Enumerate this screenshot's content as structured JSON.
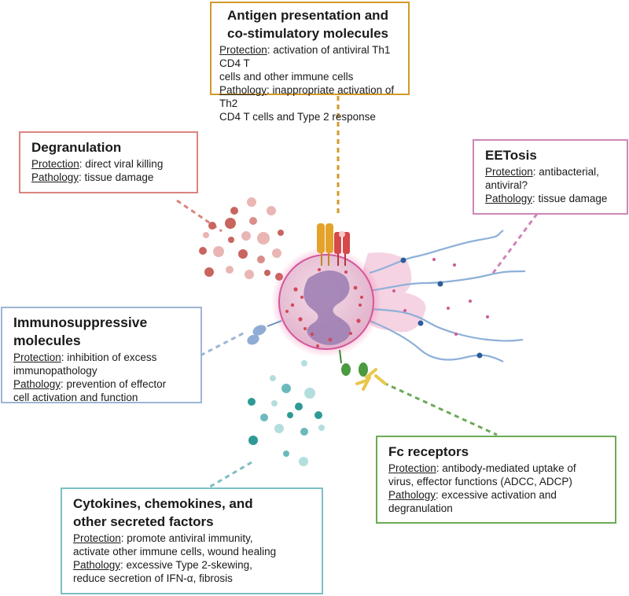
{
  "colors": {
    "antigen": "#d29a2a",
    "degranulation": "#d9857f",
    "eetosis": "#cf86b8",
    "immunosuppressive": "#9cb6d4",
    "fc": "#6caa57",
    "cytokines": "#7dbfc4",
    "cell_body": "#e8c4d8",
    "nucleus": "#9e7fb4"
  },
  "boxes": {
    "antigen": {
      "title_1": "Antigen presentation and",
      "title_2": "co-stimulatory molecules",
      "protection_label": "Protection",
      "protection_1": ": activation of antiviral Th1 CD4 T",
      "protection_2": "cells and other immune cells",
      "pathology_label": "Pathology",
      "pathology_1": ": inappropriate activation of Th2",
      "pathology_2": "CD4 T cells and Type 2 response"
    },
    "degranulation": {
      "title": "Degranulation",
      "protection_label": "Protection",
      "protection_1": ": direct viral killing",
      "pathology_label": "Pathology",
      "pathology_1": ": tissue damage"
    },
    "eetosis": {
      "title": "EETosis",
      "protection_label": "Protection",
      "protection_1": ": antibacterial,",
      "protection_2": "antiviral?",
      "pathology_label": "Pathology",
      "pathology_1": ": tissue damage"
    },
    "immunosuppressive": {
      "title_1": "Immunosuppressive",
      "title_2": "molecules",
      "protection_label": "Protection",
      "protection_1": ": inhibition of excess",
      "protection_2": "immunopathology",
      "pathology_label": "Pathology",
      "pathology_1": ": prevention of effector",
      "pathology_2": "cell activation and function"
    },
    "fc": {
      "title": "Fc receptors",
      "protection_label": "Protection",
      "protection_1": ": antibody-mediated uptake of",
      "protection_2": "virus, effector functions (ADCC, ADCP)",
      "pathology_label": "Pathology",
      "pathology_1": ": excessive activation and",
      "pathology_2": "degranulation"
    },
    "cytokines": {
      "title_1": "Cytokines, chemokines, and",
      "title_2": "other secreted factors",
      "protection_label": "Protection",
      "protection_1": ": promote antiviral immunity,",
      "protection_2": "activate other immune cells, wound healing",
      "pathology_label": "Pathology",
      "pathology_1": ": excessive Type 2-skewing,",
      "pathology_2": "reduce secretion of IFN-α, fibrosis"
    }
  }
}
